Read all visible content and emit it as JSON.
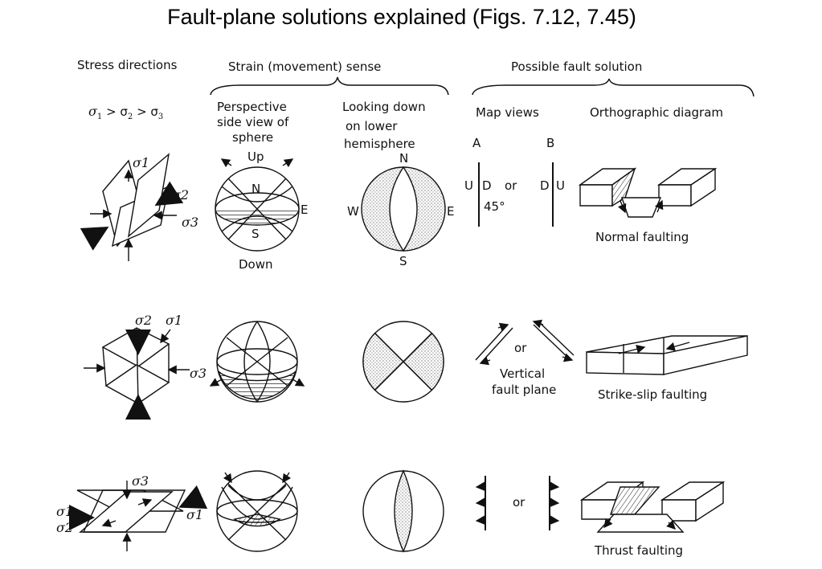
{
  "title": "Fault-plane solutions explained (Figs. 7.12, 7.45)",
  "headers": {
    "stress": "Stress directions",
    "strain": "Strain (movement) sense",
    "possible": "Possible fault solution"
  },
  "subheaders": {
    "stress_order": [
      "σ",
      "1",
      " > σ",
      "2",
      " > σ",
      "3"
    ],
    "perspective": [
      "Perspective",
      "side view of",
      "sphere"
    ],
    "looking": [
      "Looking down",
      "on lower",
      "hemisphere"
    ],
    "map_views": "Map views",
    "ortho": "Orthographic diagram",
    "col_a": "A",
    "col_b": "B"
  },
  "sphere_labels": {
    "up": "Up",
    "down": "Down",
    "n": "N",
    "s": "S",
    "e": "E",
    "w": "W"
  },
  "sigma": {
    "s1": "σ1",
    "s2": "σ2",
    "s3": "σ3"
  },
  "normal": {
    "u": "U",
    "d": "D",
    "or": "or",
    "angle": "45°",
    "caption": "Normal faulting"
  },
  "strike": {
    "or": "or",
    "vertical": [
      "Vertical",
      "fault plane"
    ],
    "caption": "Strike-slip faulting"
  },
  "thrust": {
    "or": "or",
    "caption": "Thrust faulting"
  }
}
